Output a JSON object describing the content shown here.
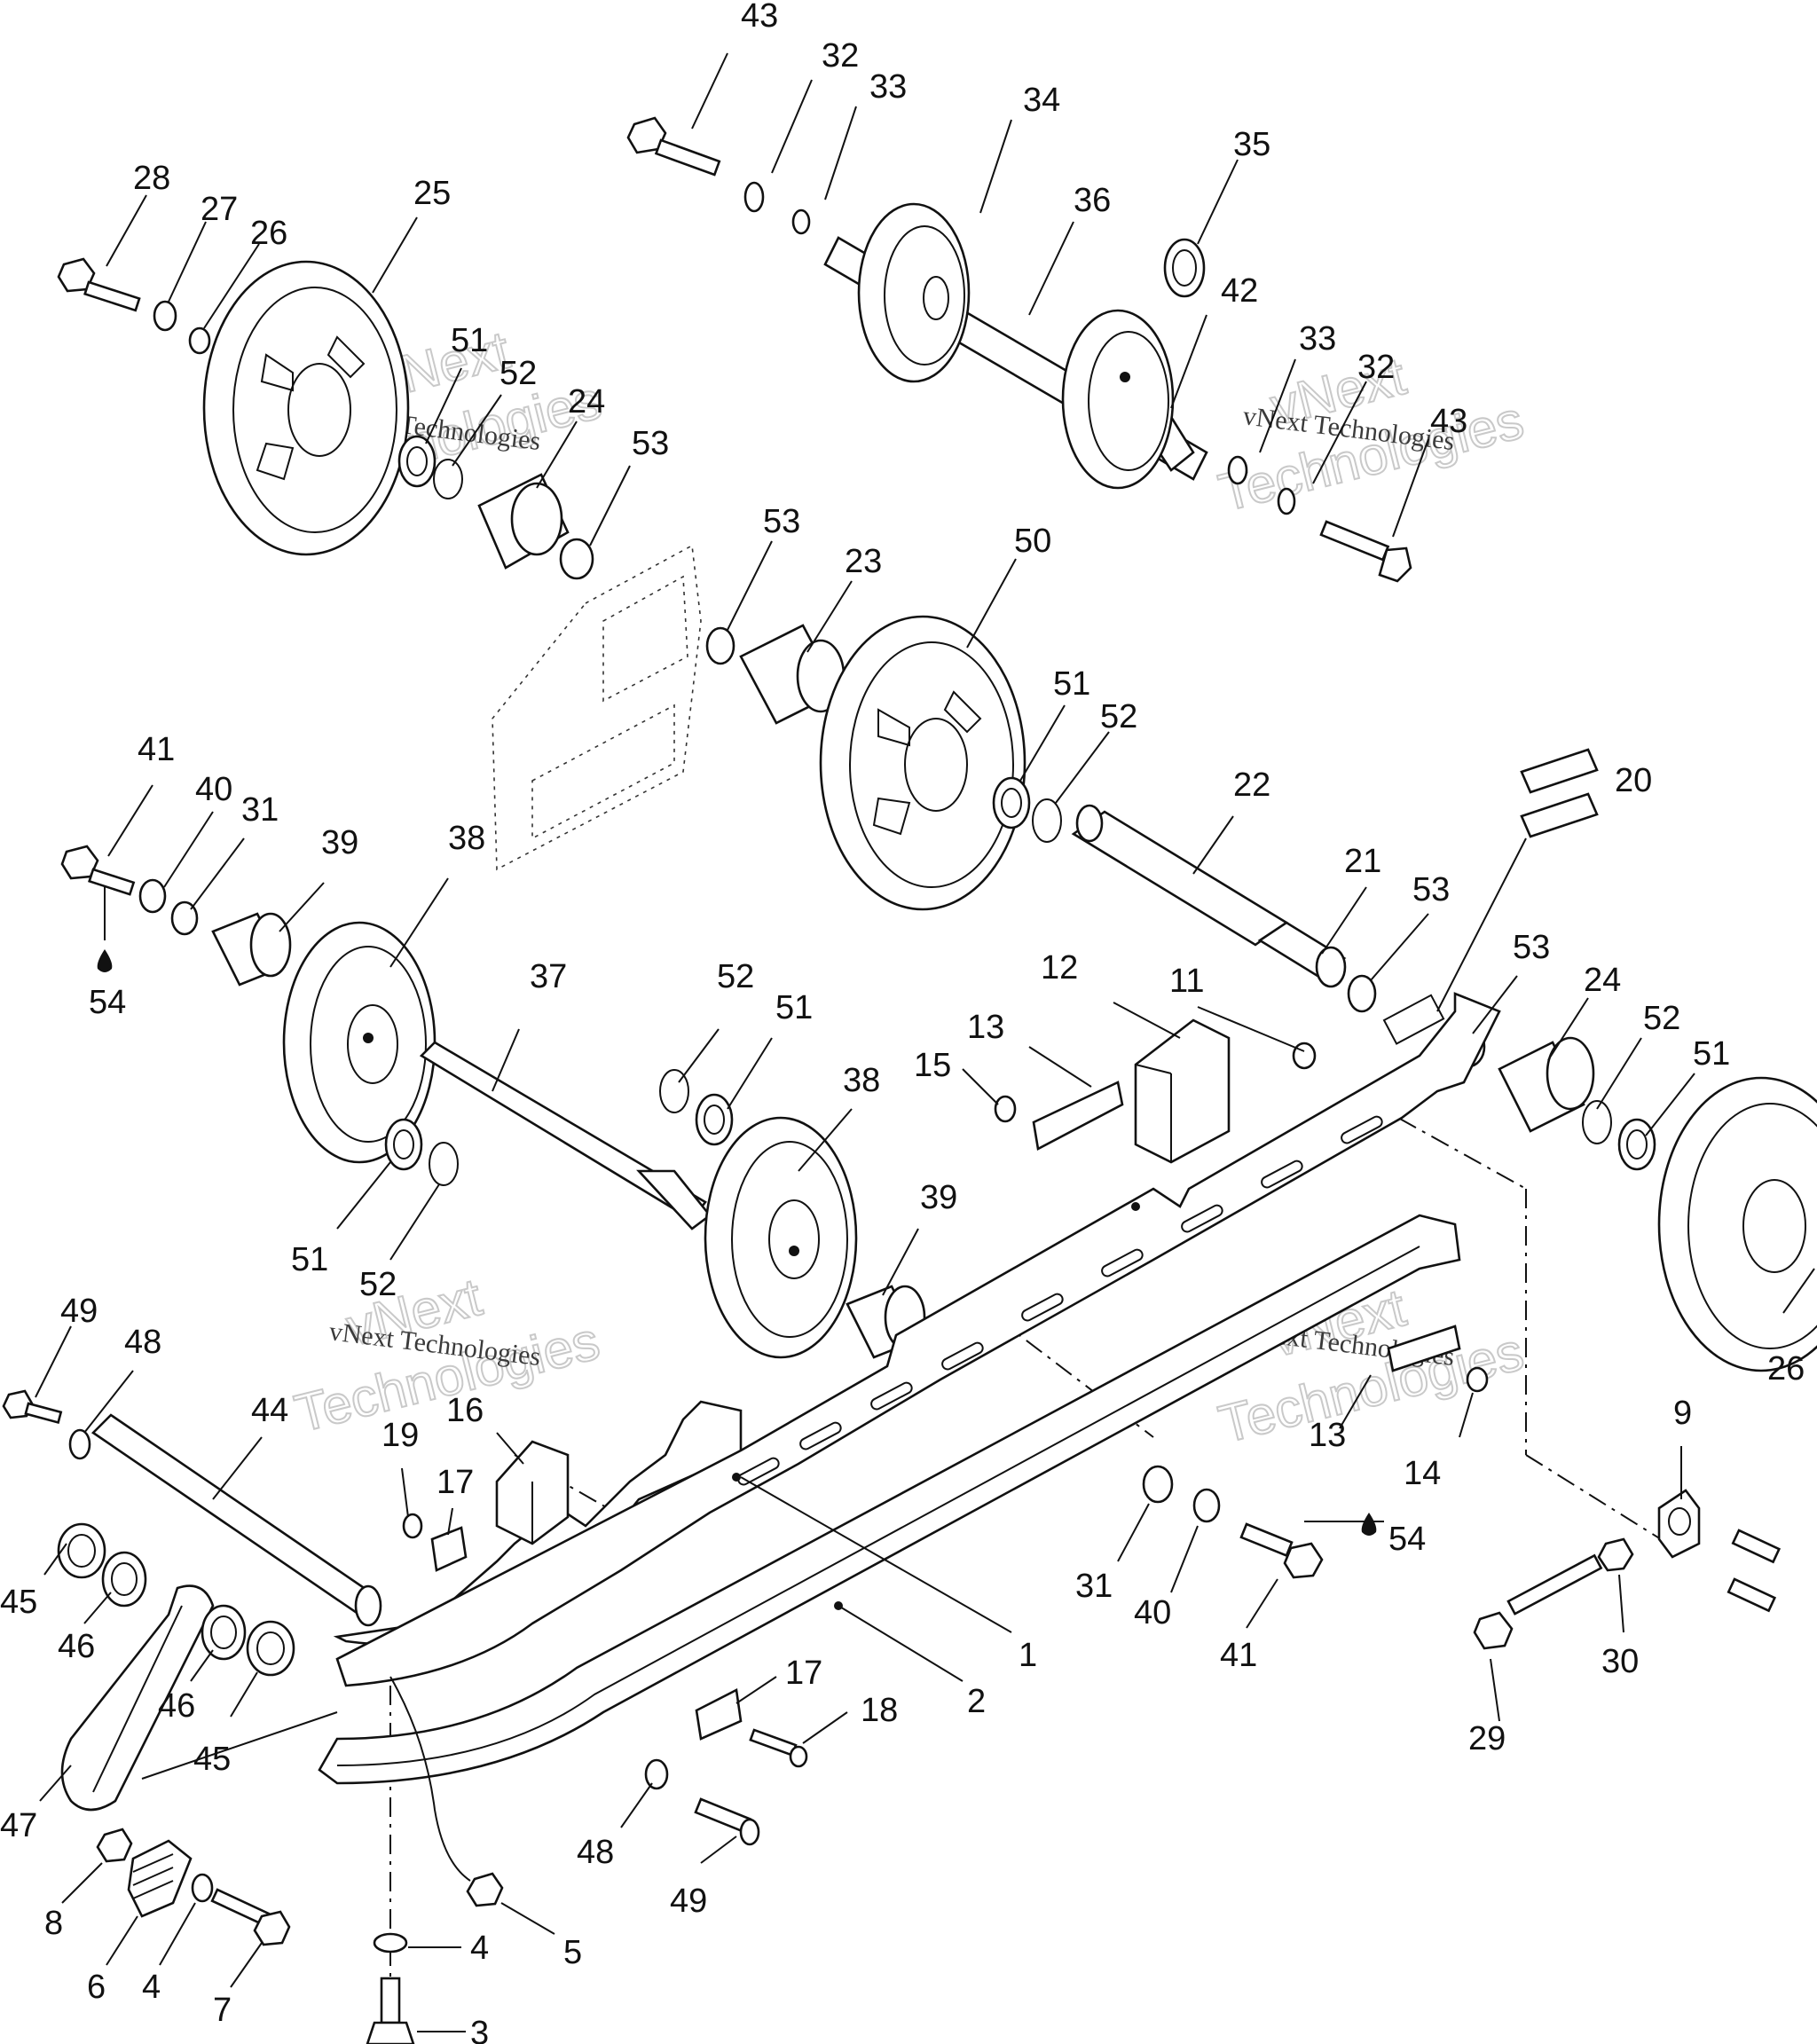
{
  "watermark": {
    "brand_top": "vNext",
    "brand_bottom": "Technologies",
    "caption": "vNext Technologies"
  },
  "callouts": [
    {
      "id": "c43a",
      "label": "43"
    },
    {
      "id": "c32a",
      "label": "32"
    },
    {
      "id": "c33a",
      "label": "33"
    },
    {
      "id": "c34",
      "label": "34"
    },
    {
      "id": "c36",
      "label": "36"
    },
    {
      "id": "c35",
      "label": "35"
    },
    {
      "id": "c42",
      "label": "42"
    },
    {
      "id": "c33b",
      "label": "33"
    },
    {
      "id": "c32b",
      "label": "32"
    },
    {
      "id": "c43b",
      "label": "43"
    },
    {
      "id": "c28",
      "label": "28"
    },
    {
      "id": "c27",
      "label": "27"
    },
    {
      "id": "c26a",
      "label": "26"
    },
    {
      "id": "c25",
      "label": "25"
    },
    {
      "id": "c51a",
      "label": "51"
    },
    {
      "id": "c52a",
      "label": "52"
    },
    {
      "id": "c24a",
      "label": "24"
    },
    {
      "id": "c53a",
      "label": "53"
    },
    {
      "id": "c53b",
      "label": "53"
    },
    {
      "id": "c23",
      "label": "23"
    },
    {
      "id": "c50",
      "label": "50"
    },
    {
      "id": "c51b",
      "label": "51"
    },
    {
      "id": "c52b",
      "label": "52"
    },
    {
      "id": "c22",
      "label": "22"
    },
    {
      "id": "c20",
      "label": "20"
    },
    {
      "id": "c21",
      "label": "21"
    },
    {
      "id": "c53c",
      "label": "53"
    },
    {
      "id": "c41a",
      "label": "41"
    },
    {
      "id": "c40a",
      "label": "40"
    },
    {
      "id": "c31a",
      "label": "31"
    },
    {
      "id": "c39a",
      "label": "39"
    },
    {
      "id": "c38a",
      "label": "38"
    },
    {
      "id": "c54a",
      "label": "54"
    },
    {
      "id": "c37",
      "label": "37"
    },
    {
      "id": "c52c",
      "label": "52"
    },
    {
      "id": "c51c",
      "label": "51"
    },
    {
      "id": "c12",
      "label": "12"
    },
    {
      "id": "c11",
      "label": "11"
    },
    {
      "id": "c13a",
      "label": "13"
    },
    {
      "id": "c15",
      "label": "15"
    },
    {
      "id": "c53d",
      "label": "53"
    },
    {
      "id": "c24b",
      "label": "24"
    },
    {
      "id": "c52d",
      "label": "52"
    },
    {
      "id": "c51d",
      "label": "51"
    },
    {
      "id": "c38b",
      "label": "38"
    },
    {
      "id": "c39b",
      "label": "39"
    },
    {
      "id": "c51e",
      "label": "51"
    },
    {
      "id": "c52e",
      "label": "52"
    },
    {
      "id": "c49a",
      "label": "49"
    },
    {
      "id": "c48a",
      "label": "48"
    },
    {
      "id": "c44",
      "label": "44"
    },
    {
      "id": "c16",
      "label": "16"
    },
    {
      "id": "c19",
      "label": "19"
    },
    {
      "id": "c17a",
      "label": "17"
    },
    {
      "id": "c26b",
      "label": "26"
    },
    {
      "id": "c13b",
      "label": "13"
    },
    {
      "id": "c14",
      "label": "14"
    },
    {
      "id": "c9",
      "label": "9"
    },
    {
      "id": "c54b",
      "label": "54"
    },
    {
      "id": "c31b",
      "label": "31"
    },
    {
      "id": "c40b",
      "label": "40"
    },
    {
      "id": "c41b",
      "label": "41"
    },
    {
      "id": "c1",
      "label": "1"
    },
    {
      "id": "c2",
      "label": "2"
    },
    {
      "id": "c45a",
      "label": "45"
    },
    {
      "id": "c46a",
      "label": "46"
    },
    {
      "id": "c46b",
      "label": "46"
    },
    {
      "id": "c45b",
      "label": "45"
    },
    {
      "id": "c17b",
      "label": "17"
    },
    {
      "id": "c18",
      "label": "18"
    },
    {
      "id": "c30",
      "label": "30"
    },
    {
      "id": "c29",
      "label": "29"
    },
    {
      "id": "c47",
      "label": "47"
    },
    {
      "id": "c48b",
      "label": "48"
    },
    {
      "id": "c49b",
      "label": "49"
    },
    {
      "id": "c8",
      "label": "8"
    },
    {
      "id": "c6",
      "label": "6"
    },
    {
      "id": "c4a",
      "label": "4"
    },
    {
      "id": "c7",
      "label": "7"
    },
    {
      "id": "c4b",
      "label": "4"
    },
    {
      "id": "c5",
      "label": "5"
    },
    {
      "id": "c3",
      "label": "3"
    }
  ]
}
